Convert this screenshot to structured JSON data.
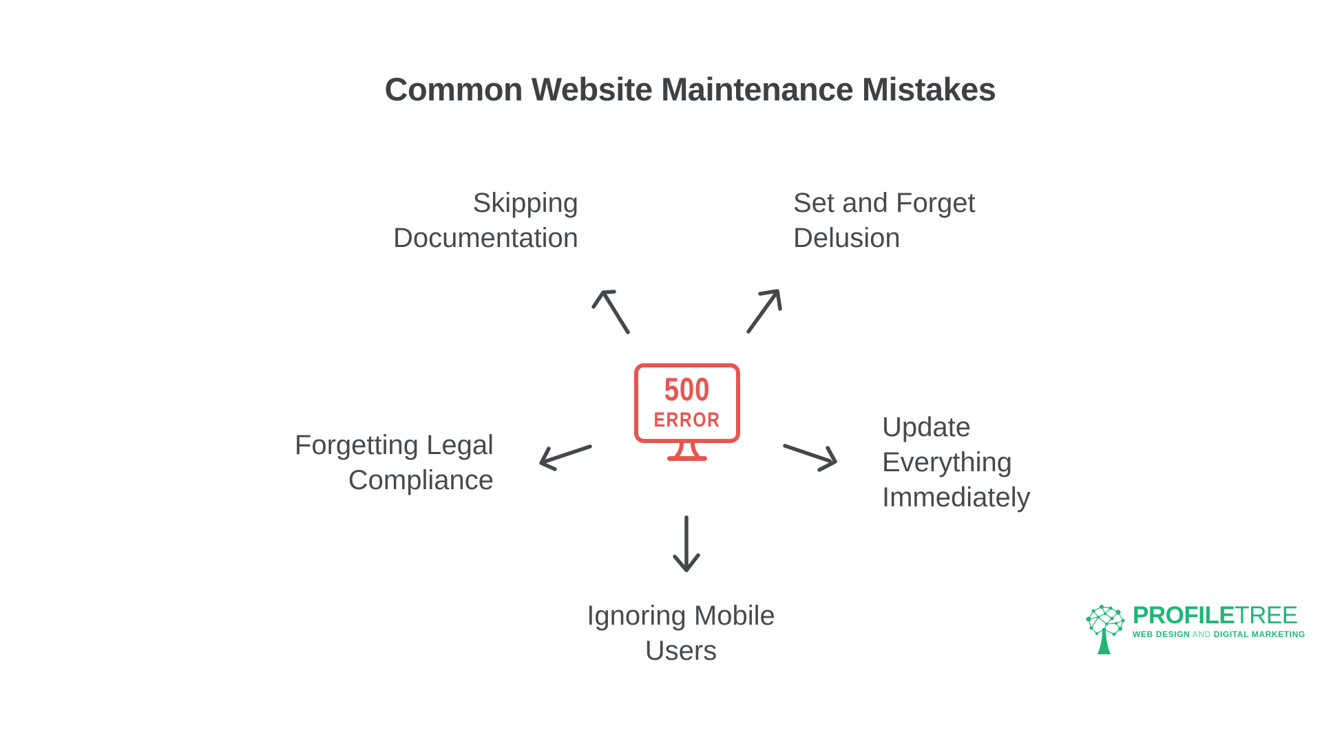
{
  "page": {
    "title": "Common Website Maintenance Mistakes"
  },
  "colors": {
    "title_text": "#3e4144",
    "label_text": "#474a4d",
    "arrow_color": "#45484b",
    "error_red": "#e8554f",
    "brand_green": "#1eb676",
    "background": "#ffffff"
  },
  "center_icon": {
    "name": "500-error-monitor",
    "line1": "500",
    "line2": "ERROR"
  },
  "mistakes": [
    {
      "name": "skipping-documentation",
      "lines": [
        "Skipping",
        "Documentation"
      ]
    },
    {
      "name": "set-and-forget-delusion",
      "lines": [
        "Set and Forget",
        "Delusion"
      ]
    },
    {
      "name": "forgetting-legal-compliance",
      "lines": [
        "Forgetting Legal",
        "Compliance"
      ]
    },
    {
      "name": "update-everything-immediately",
      "lines": [
        "Update",
        "Everything",
        "Immediately"
      ]
    },
    {
      "name": "ignoring-mobile-users",
      "lines": [
        "Ignoring Mobile",
        "Users"
      ]
    }
  ],
  "logo": {
    "brand_primary": "PROFILE",
    "brand_secondary": "TREE",
    "tagline_bold_1": "WEB DESIGN",
    "tagline_light": "AND",
    "tagline_bold_2": "DIGITAL MARKETING"
  }
}
